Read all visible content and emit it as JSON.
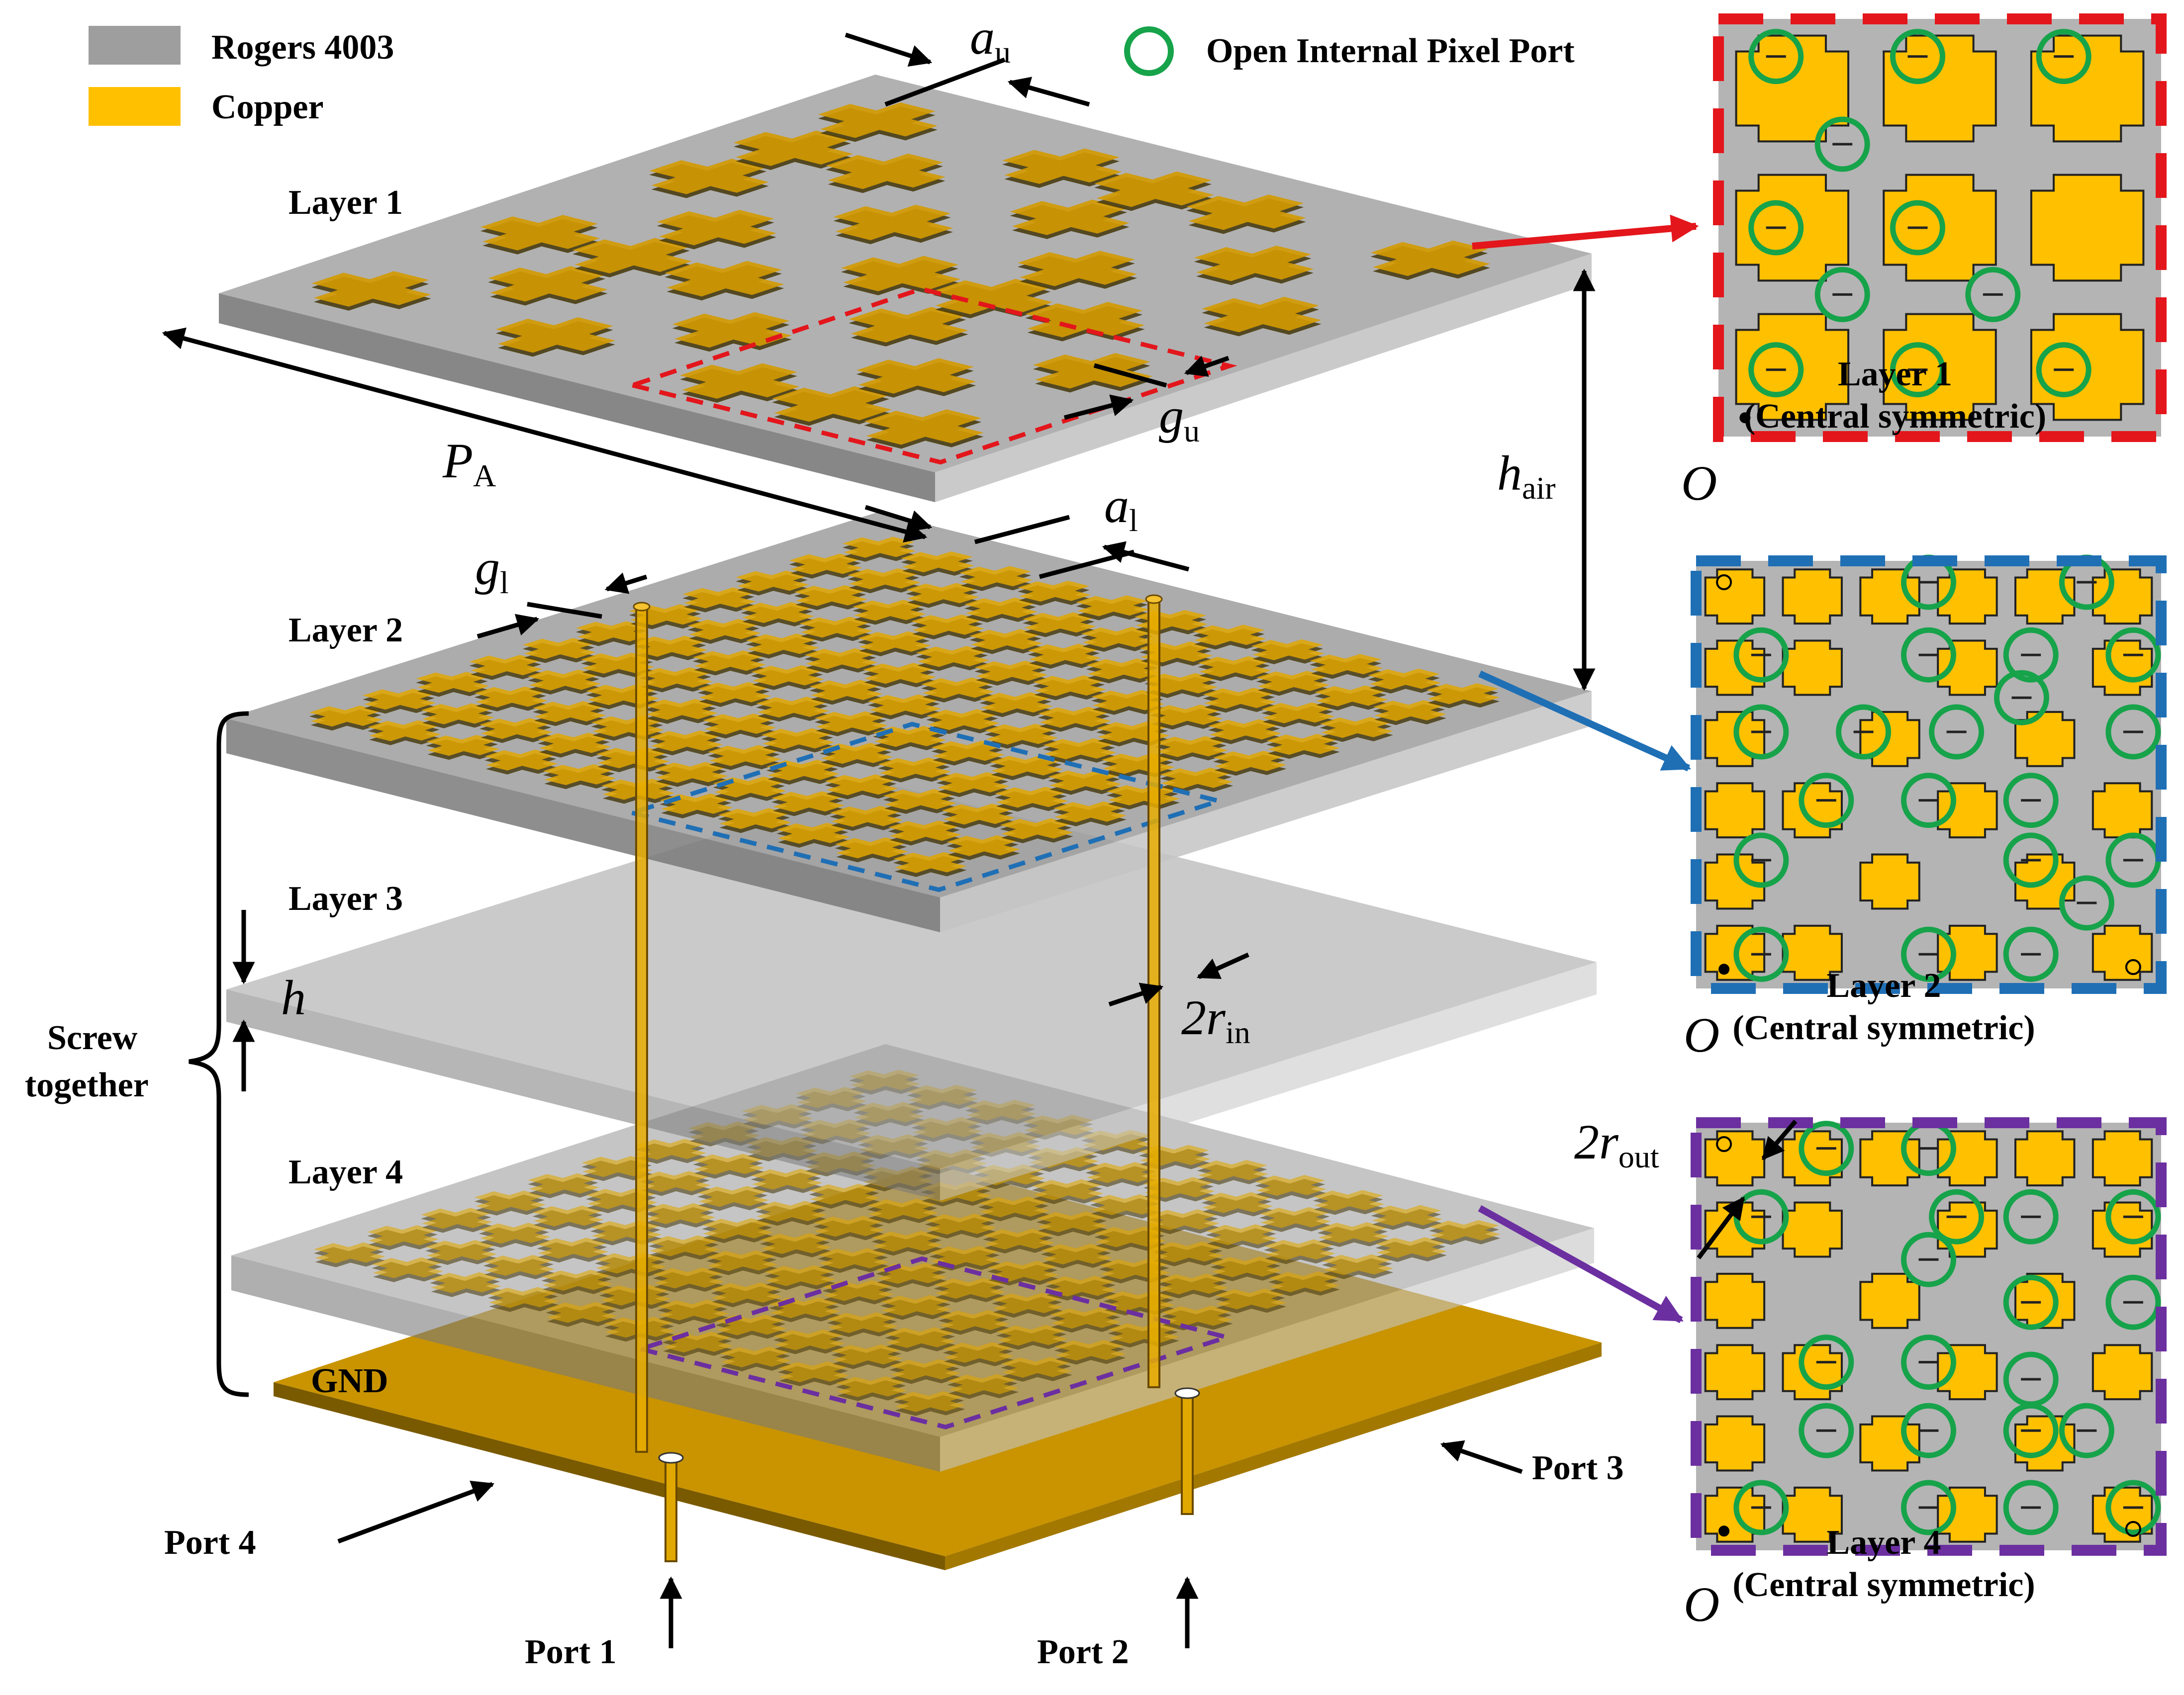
{
  "legend": {
    "substrate_label": "Rogers 4003",
    "copper_label": "Copper",
    "port_label": "Open Internal Pixel Port"
  },
  "layers": {
    "layer1": "Layer 1",
    "layer2": "Layer 2",
    "layer3": "Layer 3",
    "layer4": "Layer 4",
    "gnd": "GND"
  },
  "ports": {
    "port1": "Port 1",
    "port2": "Port 2",
    "port3": "Port 3",
    "port4": "Port 4"
  },
  "screw": {
    "line1": "Screw",
    "line2": "together"
  },
  "dimensions": {
    "a": "a",
    "a_u_sub": "u",
    "a_l_sub": "l",
    "g": "g",
    "g_u_sub": "u",
    "g_l_sub": "l",
    "P": "P",
    "P_sub": "A",
    "h_air": "h",
    "h_air_sub": "air",
    "h": "h",
    "r_in": "2r",
    "r_in_sub": "in",
    "r_out": "2r",
    "r_out_sub": "out"
  },
  "insets": [
    {
      "title": "Layer 1",
      "subtitle": "(Central symmetric)",
      "origin": "O",
      "frame_color": "#e3161c"
    },
    {
      "title": "Layer 2",
      "subtitle": "(Central symmetric)",
      "origin": "O",
      "frame_color": "#1f6fb5"
    },
    {
      "title": "Layer 4",
      "subtitle": "(Central symmetric)",
      "origin": "O",
      "frame_color": "#6b2fa0"
    }
  ],
  "colors": {
    "substrate": "#9e9e9e",
    "copper": "#ffc000",
    "copper_dark": "#d49a00",
    "port_ring": "#16a34a"
  }
}
